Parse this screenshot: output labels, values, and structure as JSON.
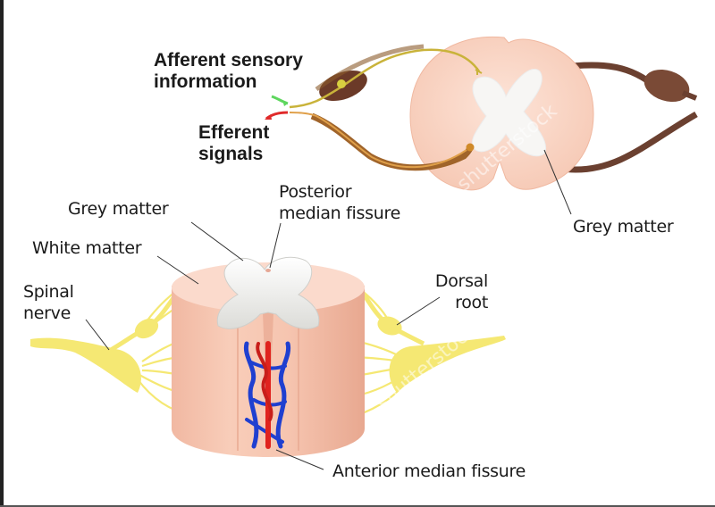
{
  "diagram": {
    "title": "Spinal cord anatomy",
    "top_section": {
      "labels": {
        "afferent_line1": "Afferent sensory",
        "afferent_line2": "information",
        "efferent_line1": "Efferent",
        "efferent_line2": "signals",
        "grey_matter": "Grey matter"
      },
      "arrow_colors": {
        "afferent": "#5ed65e",
        "efferent": "#e02a2a"
      }
    },
    "bottom_section": {
      "labels": {
        "grey_matter": "Grey matter",
        "posterior_line1": "Posterior",
        "posterior_line2": "median fissure",
        "white_matter": "White matter",
        "spinal_line1": "Spinal",
        "spinal_line2": "nerve",
        "dorsal_line1": "Dorsal",
        "dorsal_line2": "root",
        "anterior": "Anterior median fissure"
      }
    },
    "colors": {
      "white_matter": "#f9d3c3",
      "grey_matter": "#f4f4f2",
      "nerve": "#f7ec7a",
      "nerve_brown": "#6b4030",
      "nerve_orange": "#c58a2a",
      "artery": "#e0231e",
      "vein": "#1f3fd0"
    },
    "watermark": "shutterstock"
  }
}
